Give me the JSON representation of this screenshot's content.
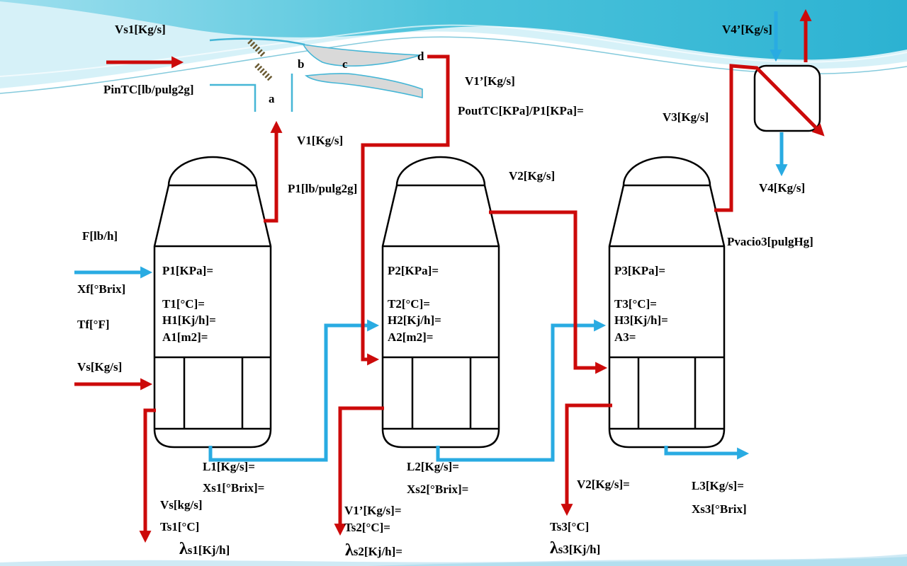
{
  "slide": {
    "type": "triple-effect-evaporator-process-diagram"
  },
  "colors": {
    "steam_line": "#cc0a0a",
    "liquid_line": "#29abe2",
    "vessel_outline": "#000000",
    "wave_teal": "#2cb2d2",
    "wave_light": "#d6f1f8",
    "nozzle_fill": "#d9d9d9",
    "nozzle_line": "#45b6d6",
    "nozzle_hatch": "#6b5b33"
  },
  "labels": {
    "vs1": "Vs1[Kg/s]",
    "pintc": "PinTC[lb/pulg2g]",
    "pt_a": "a",
    "pt_b": "b",
    "pt_c": "c",
    "pt_d": "d",
    "v1": "V1[Kg/s]",
    "p1_line": "P1[lb/pulg2g]",
    "v1p": "V1’[Kg/s]",
    "pouttc": "PoutTC[KPa]/P1[KPa]=",
    "v4p": "V4’[Kg/s]",
    "v3": "V3[Kg/s]",
    "v4": "V4[Kg/s]",
    "v2": "V2[Kg/s]",
    "pvacio3": "Pvacio3[pulgHg]",
    "feed": "F[lb/h]",
    "xf": "Xf[°Brix]",
    "tf": "Tf[°F]",
    "vs_in": "Vs[Kg/s]"
  },
  "evaporators": [
    {
      "pressure": "P1[KPa]=",
      "temperature": "T1[°C]=",
      "enthalpy": "H1[Kj/h]=",
      "area": "A1[m2]=",
      "liquor": "L1[Kg/s]=",
      "brix": "Xs1[°Brix]=",
      "cond_flow": "Vs[kg/s]",
      "cond_temp": "Ts1[°C]",
      "cond_lambda": "λs1[Kj/h]"
    },
    {
      "pressure": "P2[KPa]=",
      "temperature": "T2[°C]=",
      "enthalpy": "H2[Kj/h]=",
      "area": "A2[m2]=",
      "liquor": "L2[Kg/s]=",
      "brix": "Xs2[°Brix]=",
      "cond_flow": "V1’[Kg/s]=",
      "cond_temp": "Ts2[°C]=",
      "cond_lambda": "λs2[Kj/h]="
    },
    {
      "pressure": "P3[KPa]=",
      "temperature": "T3[°C]=",
      "enthalpy": "H3[Kj/h]=",
      "area": "A3=",
      "liquor": "L3[Kg/s]=",
      "brix": "Xs3[°Brix]",
      "cond_flow": "V2[Kg/s]=",
      "cond_temp": "Ts3[°C]",
      "cond_lambda": "λs3[Kj/h]"
    }
  ]
}
